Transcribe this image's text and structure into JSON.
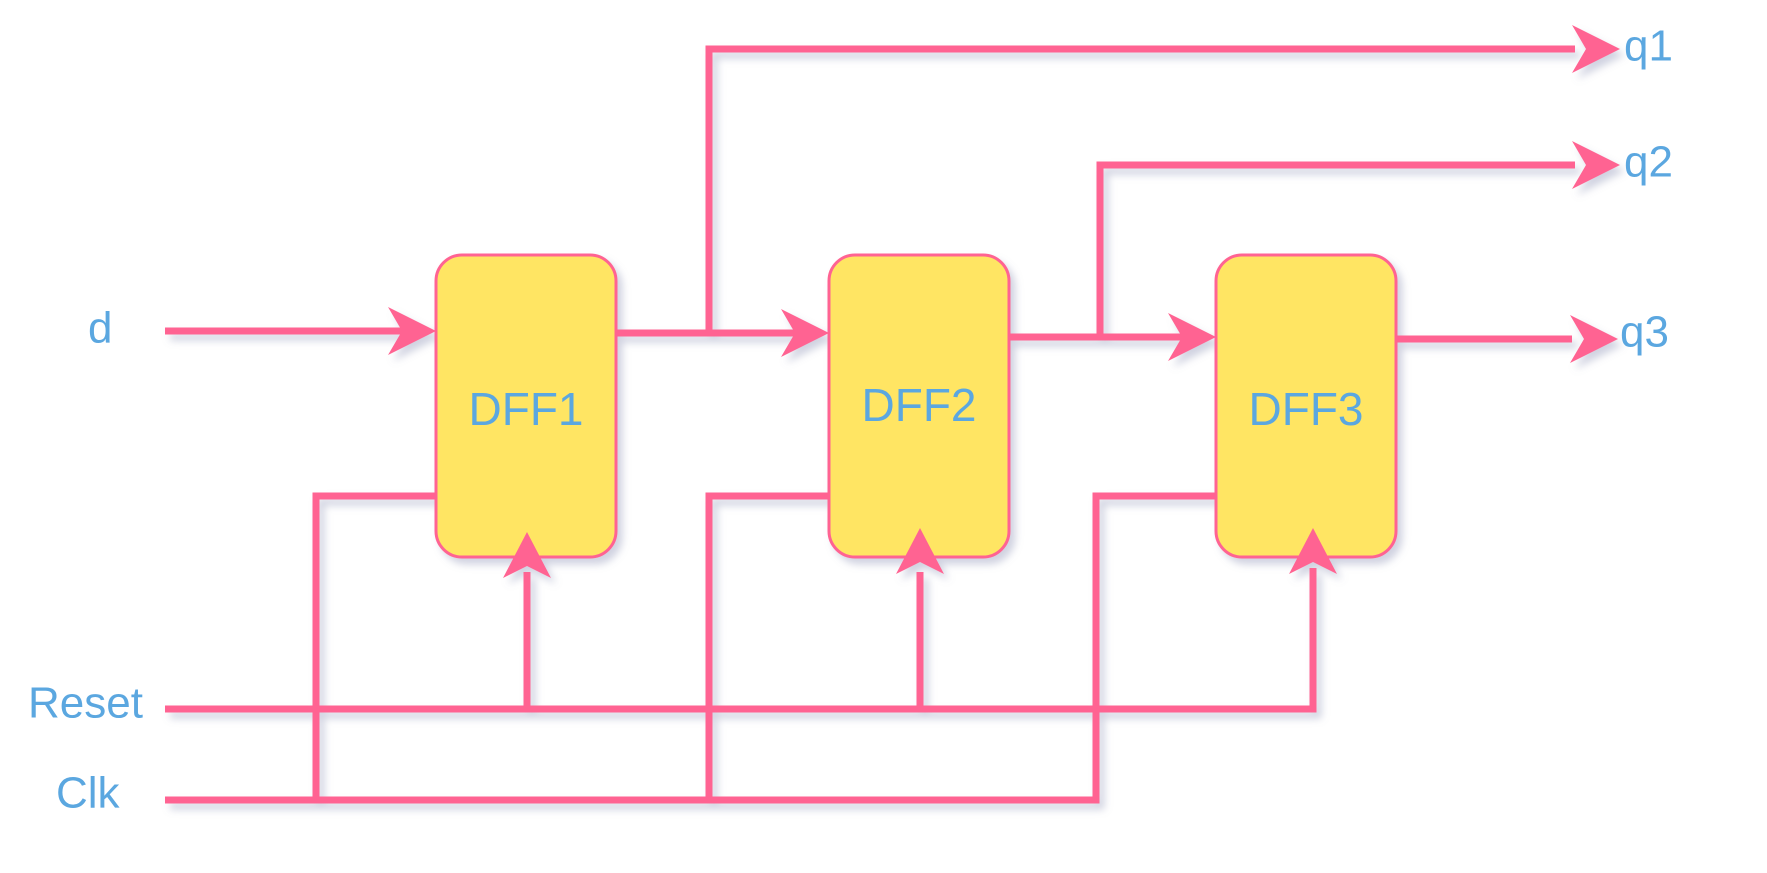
{
  "colors": {
    "wire": "#ff6492",
    "box_fill": "#ffe563",
    "box_stroke": "#ff6492",
    "text": "#5ba7e0"
  },
  "inputs": {
    "d": "d",
    "reset": "Reset",
    "clk": "Clk"
  },
  "blocks": {
    "dff1": "DFF1",
    "dff2": "DFF2",
    "dff3": "DFF3"
  },
  "outputs": {
    "q1": "q1",
    "q2": "q2",
    "q3": "q3"
  }
}
